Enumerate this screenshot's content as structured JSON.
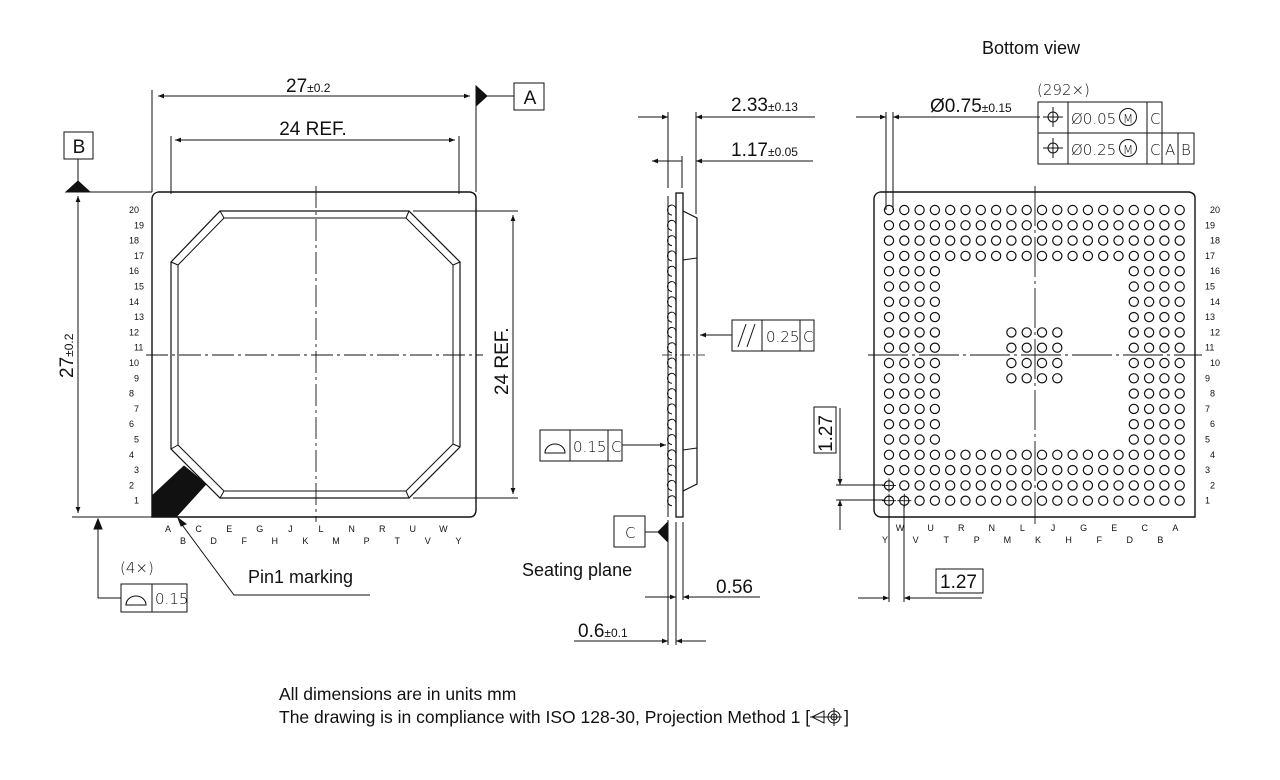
{
  "top_view": {
    "width_dim": "27",
    "width_tol": "±0.2",
    "height_dim": "27",
    "height_tol": "±0.2",
    "lid_width_dim": "24 REF.",
    "lid_height_dim": "24 REF.",
    "datum_a": "A",
    "datum_b": "B",
    "row_labels": [
      "20",
      "19",
      "18",
      "17",
      "16",
      "15",
      "14",
      "13",
      "12",
      "11",
      "10",
      "9",
      "8",
      "7",
      "6",
      "5",
      "4",
      "3",
      "2",
      "1"
    ],
    "col_labels_top": [
      "A",
      "C",
      "E",
      "G",
      "J",
      "L",
      "N",
      "R",
      "U",
      "W"
    ],
    "col_labels_bottom": [
      "B",
      "D",
      "F",
      "H",
      "K",
      "M",
      "P",
      "T",
      "V",
      "Y"
    ],
    "corner_count": "(4×)",
    "corner_tol": "0.15",
    "pin1_label": "Pin1 marking"
  },
  "side_view": {
    "total_height_dim": "2.33",
    "total_height_tol": "±0.13",
    "substrate_dim": "1.17",
    "substrate_tol": "±0.05",
    "parallelism_symbol": "//",
    "parallelism_tol": "0.25",
    "parallelism_datum": "C",
    "profile_tol": "0.15",
    "profile_datum": "C",
    "datum_c": "C",
    "seating_plane_label": "Seating plane",
    "ball_height_dim": "0.56",
    "standoff_dim": "0.6",
    "standoff_tol": "±0.1"
  },
  "bottom_view": {
    "title": "Bottom view",
    "ball_count": "(292×)",
    "ball_dia": "Ø0.75",
    "ball_dia_tol": "±0.15",
    "fcf_row1": {
      "tol": "Ø0.05",
      "mod": "M",
      "datums": [
        "C"
      ]
    },
    "fcf_row2": {
      "tol": "Ø0.25",
      "mod": "M",
      "datums": [
        "C",
        "A",
        "B"
      ]
    },
    "pitch_vertical": "1.27",
    "pitch_horizontal": "1.27",
    "row_labels": [
      "20",
      "19",
      "18",
      "17",
      "16",
      "15",
      "14",
      "13",
      "12",
      "11",
      "10",
      "9",
      "8",
      "7",
      "6",
      "5",
      "4",
      "3",
      "2",
      "1"
    ],
    "col_labels_top": [
      "W",
      "U",
      "R",
      "N",
      "L",
      "J",
      "G",
      "E",
      "C",
      "A"
    ],
    "col_labels_bottom": [
      "Y",
      "V",
      "T",
      "P",
      "M",
      "K",
      "H",
      "F",
      "D",
      "B"
    ]
  },
  "notes": {
    "line1": "All dimensions are in units mm",
    "line2": "The drawing is in compliance with ISO 128-30, Projection Method 1 [",
    "line2_end": "]"
  }
}
